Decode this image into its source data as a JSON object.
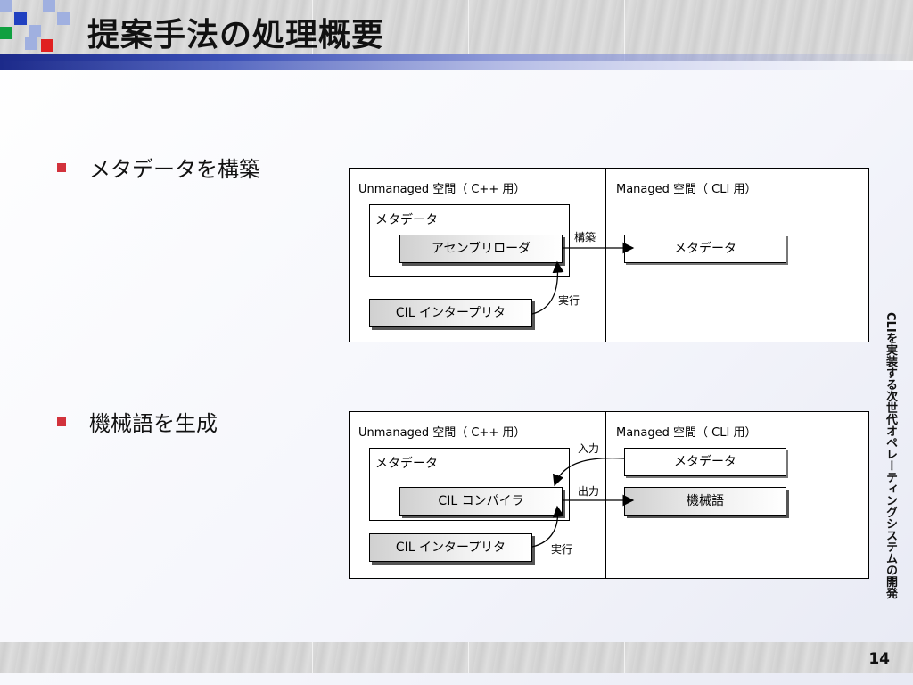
{
  "slide": {
    "title": "提案手法の処理概要",
    "page_number": "14",
    "side_caption": "CLIを実装する次世代オペレーティングシステムの開発"
  },
  "bullets": [
    {
      "text": "メタデータを構築"
    },
    {
      "text": "機械語を生成"
    }
  ],
  "diagram1": {
    "unmanaged_label": "Unmanaged 空間（ C++ 用）",
    "managed_label": "Managed 空間（ CLI 用）",
    "metadata_group_label": "メタデータ",
    "assembly_loader": "アセンブリローダ",
    "cil_interpreter": "CIL インタープリタ",
    "build_label": "構築",
    "exec_label": "実行",
    "managed_metadata": "メタデータ"
  },
  "diagram2": {
    "unmanaged_label": "Unmanaged 空間（ C++ 用）",
    "managed_label": "Managed 空間（ CLI 用）",
    "metadata_group_label": "メタデータ",
    "cil_compiler": "CIL コンパイラ",
    "cil_interpreter": "CIL インタープリタ",
    "input_label": "入力",
    "output_label": "出力",
    "exec_label": "実行",
    "managed_metadata": "メタデータ",
    "machine_code": "機械語"
  },
  "colors": {
    "bullet": "#d2323c",
    "title_bar": "#1c2a8a",
    "deco_red": "#e02020",
    "deco_green": "#10a040",
    "deco_blue": "#2040c0",
    "deco_lightblue": "#a0b0e0"
  }
}
